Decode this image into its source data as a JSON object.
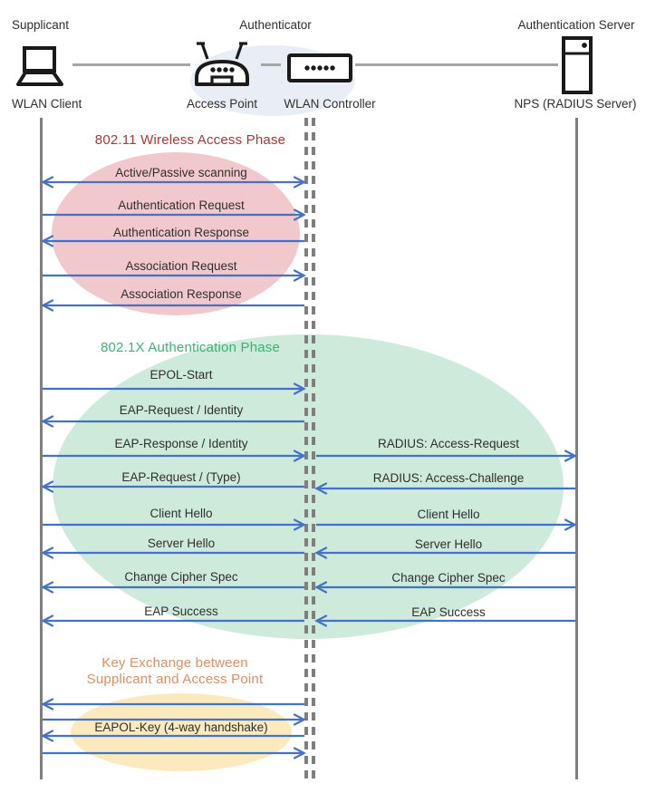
{
  "diagram": {
    "roles": [
      {
        "label": "Supplicant"
      },
      {
        "label": "Authenticator"
      },
      {
        "label": "Authentication Server"
      }
    ],
    "nodes": [
      {
        "label": "WLAN Client",
        "icon": "laptop-icon"
      },
      {
        "label": "Access Point",
        "icon": "access-point-icon"
      },
      {
        "label": "WLAN Controller",
        "icon": "wlan-controller-icon"
      },
      {
        "label": "NPS (RADIUS Server)",
        "icon": "server-icon"
      }
    ],
    "phases": [
      {
        "title": "802.11 Wireless Access Phase"
      },
      {
        "title": "802.1X Authentication Phase"
      },
      {
        "title_lines": [
          "Key Exchange between",
          "Supplicant and Access Point"
        ]
      }
    ],
    "messages": [
      {
        "label": "Active/Passive scanning",
        "from": "client",
        "to": "controller",
        "bidirectional": true
      },
      {
        "label": "Authentication Request",
        "from": "client",
        "to": "controller"
      },
      {
        "label": "Authentication Response",
        "from": "controller",
        "to": "client"
      },
      {
        "label": "Association Request",
        "from": "client",
        "to": "controller"
      },
      {
        "label": "Association Response",
        "from": "controller",
        "to": "client"
      },
      {
        "label": "EPOL-Start",
        "from": "client",
        "to": "controller"
      },
      {
        "label": "EAP-Request / Identity",
        "from": "controller",
        "to": "client"
      },
      {
        "label": "EAP-Response / Identity",
        "from": "client",
        "to": "controller"
      },
      {
        "label": "RADIUS: Access-Request",
        "from": "controller",
        "to": "server"
      },
      {
        "label": "EAP-Request / (Type)",
        "from": "controller",
        "to": "client"
      },
      {
        "label": "RADIUS: Access-Challenge",
        "from": "server",
        "to": "controller"
      },
      {
        "label": "Client Hello",
        "from": "client",
        "to": "controller"
      },
      {
        "label": "Client Hello",
        "from": "controller",
        "to": "server"
      },
      {
        "label": "Server Hello",
        "from": "controller",
        "to": "client"
      },
      {
        "label": "Server Hello",
        "from": "server",
        "to": "controller"
      },
      {
        "label": "Change Cipher Spec",
        "from": "controller",
        "to": "client"
      },
      {
        "label": "Change Cipher Spec",
        "from": "server",
        "to": "controller"
      },
      {
        "label": "EAP Success",
        "from": "controller",
        "to": "client"
      },
      {
        "label": "EAP Success",
        "from": "server",
        "to": "controller"
      },
      {
        "label": "",
        "from": "controller",
        "to": "client"
      },
      {
        "label": "",
        "from": "client",
        "to": "controller"
      },
      {
        "label": "EAPOL-Key (4-way handshake)",
        "from": "controller",
        "to": "client"
      },
      {
        "label": "",
        "from": "client",
        "to": "controller"
      }
    ]
  },
  "colors": {
    "arrow": "#4472C4",
    "lifeline": "#7F7F7F",
    "connector": "#A6A6A6",
    "text": "#2F2F2F",
    "icon": "#1A1A1A",
    "phase1_title": "#B23532",
    "phase1_fill": "#F1C8CB",
    "phase2_title": "#3CB273",
    "phase2_fill": "#CDEADA",
    "phase3_title": "#E08F63",
    "phase3_fill": "#FCE9BD",
    "header_fill": "#E9EDF6"
  }
}
